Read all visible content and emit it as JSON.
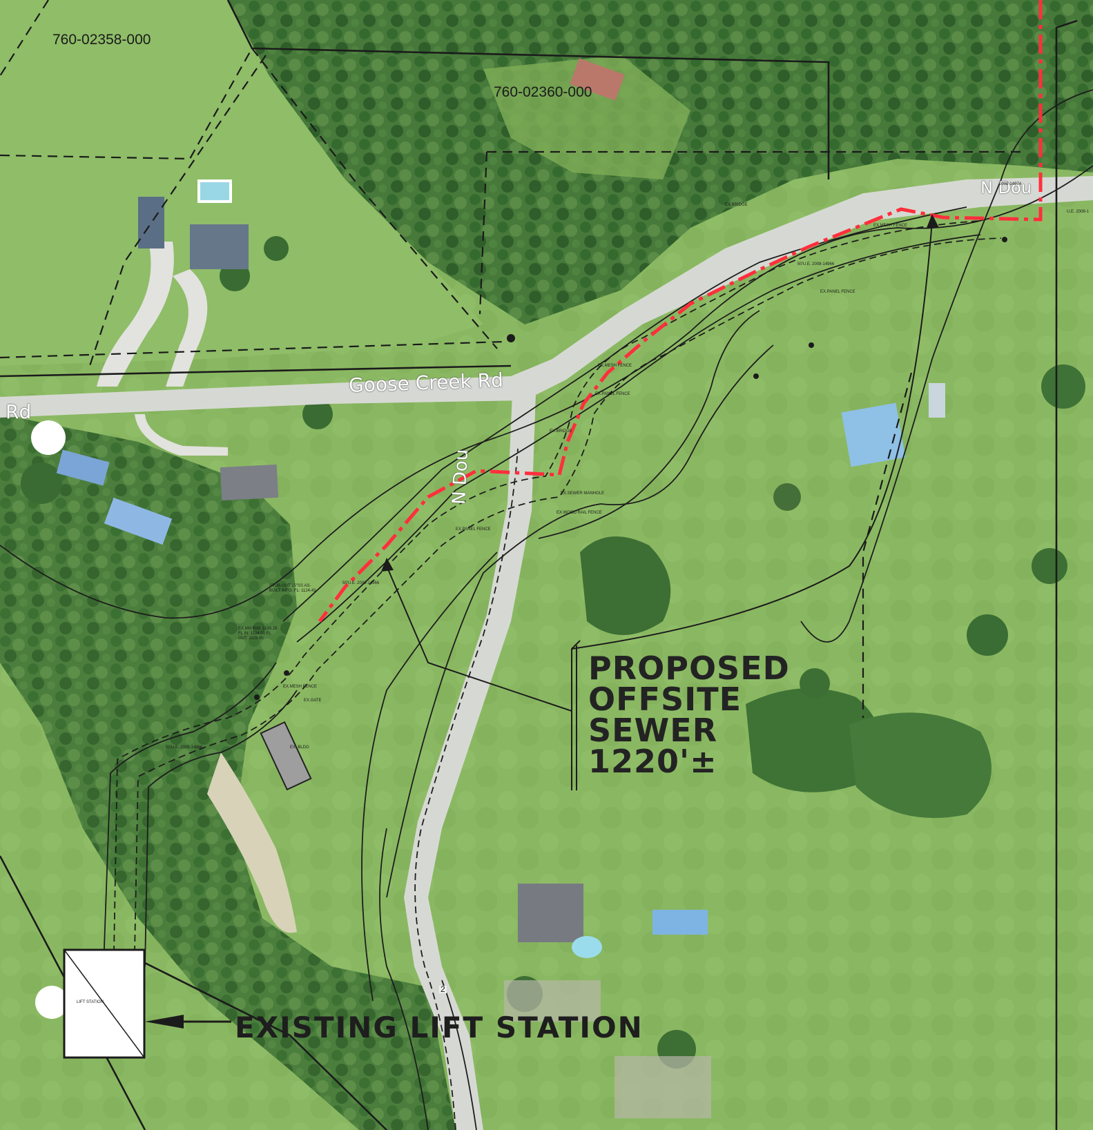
{
  "parcels": [
    "760-02358-000",
    "760-02360-000"
  ],
  "roads": {
    "goose_creek": "Goose Creek Rd",
    "rd_stub": "Rd",
    "n_road": "N Dou"
  },
  "callouts": {
    "proposed_sewer": [
      "PROPOSED",
      "OFFSITE",
      "SEWER",
      "1220'±"
    ],
    "existing_lift_station": "EXISTING LIFT STATION",
    "lift_station_box": "LIFT STATION"
  },
  "notes": {
    "ex_bridge": "EX.BRIDGE",
    "ex_mesh_fence": "EX.MESH FENCE",
    "ex_mesh_fence_2": "EX.MESH FENCE",
    "ex_mesh_fence_3": "EX.MESH FENCE",
    "easement_1": "50'U.E. 2008-14966",
    "easement_2": "50'U.E. 2008-14966",
    "easement_3": "50'U.E. 2008-14966",
    "ex_panel_fence": "EX.PANEL FENCE",
    "ex_panel_fence_2": "EX.PANEL FENCE",
    "ex_panel_fence_3": "EX.PANEL FENCE",
    "ex_sewer_manhole": "EX.SEWER MANHOLE",
    "ex_wood_rail_fence": "EX.WOOD RAIL FENCE",
    "ex_bridge_2": "EX.BRIDGE",
    "stub_out": "STUB-OUT 15\"SS AS-BUILT INFO. FL: 1124.43",
    "ex_mh": "EX.MH RIM: 1139.28 FL IN: 1124.00 FL OUT: 1123.90",
    "ex_gate": "EX.GATE",
    "ex_bldg": "EX. BLDG",
    "ue_top_right": "U.E. 2008-1",
    "easement_top": "2008-14974",
    "route_number": "2"
  },
  "colors": {
    "sewer_route": "#ff2f3d",
    "grass": "#86b25c",
    "forest": "#3d6f34",
    "road": "#d8dbd6"
  }
}
